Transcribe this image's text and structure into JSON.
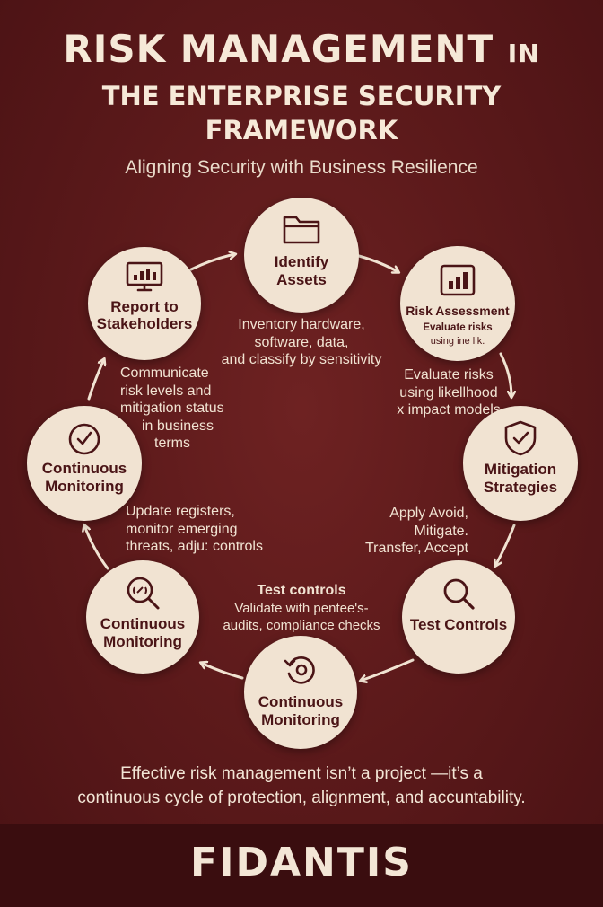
{
  "header": {
    "title_main": "RISK MANAGEMENT",
    "title_in": "IN",
    "title_line2": "THE ENTERPRISE SECURITY",
    "title_line3": "FRAMEWORK",
    "subtitle": "Aligning Security with Business Resilience"
  },
  "nodes": {
    "identify": {
      "label1": "Identify",
      "label2": "Assets",
      "icon": "folder-icon"
    },
    "risk": {
      "label": "Risk Assessment",
      "sub1": "Evaluate risks",
      "sub2": "using ine lik.",
      "icon": "bar-chart-icon"
    },
    "mitigation": {
      "label1": "Mitigation",
      "label2": "Strategies",
      "icon": "shield-check-icon"
    },
    "test": {
      "label": "Test Controls",
      "icon": "magnifier-icon"
    },
    "bottom": {
      "label1": "Continuous",
      "label2": "Monitoring",
      "icon": "cycle-icon"
    },
    "lower_left": {
      "label1": "Continuous",
      "label2": "Monitoring",
      "icon": "search-radar-icon"
    },
    "left": {
      "label1": "Continuous",
      "label2": "Monitoring",
      "icon": "check-circle-icon"
    },
    "report": {
      "label1": "Report to",
      "label2": "Stakeholders",
      "icon": "dashboard-icon"
    }
  },
  "descriptions": {
    "identify": [
      "Inventory hardware,",
      "software, data,",
      "and classify by sensitivity"
    ],
    "risk": [
      "Evaluate risks",
      "using likellhood",
      "x impact models"
    ],
    "mitigation": [
      "Apply Avoid,",
      "Mitigate.",
      "Transfer, Accept"
    ],
    "test_title": "Test controls",
    "test": [
      "Validate with pentee's-",
      "audits, compliance checks"
    ],
    "monitor": [
      "Update registers,",
      "monitor emerging",
      "threats, adju: controls"
    ],
    "report": [
      "Communicate",
      "risk levels and",
      "mitigation status",
      "in business",
      "terms"
    ]
  },
  "tagline": {
    "line1": "Effective risk management isn’t a project —it’s a",
    "line2": "continuous cycle of protection, alignment, and accuntability."
  },
  "footer": {
    "brand": "FIDANTIS"
  },
  "colors": {
    "background": "#5d1a1b",
    "node_fill": "#f1e3d2",
    "node_text": "#4a1416",
    "footer": "#3a0d0f"
  }
}
